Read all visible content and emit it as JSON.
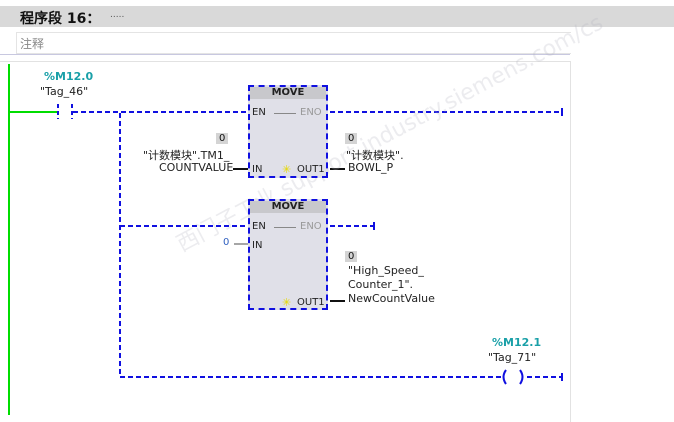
{
  "network": {
    "title": "程序段 16：",
    "title_dots": ".....",
    "comment_placeholder": "注释"
  },
  "contact": {
    "address": "%M12.0",
    "tag": "\"Tag_46\""
  },
  "move1": {
    "title": "MOVE",
    "en": "EN",
    "eno": "ENO",
    "in": "IN",
    "out": "OUT1",
    "in_value": "0",
    "in_operand_1": "\"计数模块\".TM1_",
    "in_operand_2": "COUNTVALUE",
    "out_value": "0",
    "out_operand_1": "\"计数模块\".",
    "out_operand_2": "BOWL_P"
  },
  "move2": {
    "title": "MOVE",
    "en": "EN",
    "eno": "ENO",
    "in": "IN",
    "out": "OUT1",
    "in_value": "0",
    "out_value": "0",
    "out_operand_1": "\"High_Speed_",
    "out_operand_2": "Counter_1\".",
    "out_operand_3": "NewCountValue"
  },
  "coil": {
    "address": "%M12.1",
    "tag": "\"Tag_71\""
  },
  "watermark": "西门子工业 支持中心 support.industry.siemens.com/cs",
  "colors": {
    "rail": "#00dd00",
    "dashed": "#1010e0",
    "address": "#1aa0a8"
  }
}
